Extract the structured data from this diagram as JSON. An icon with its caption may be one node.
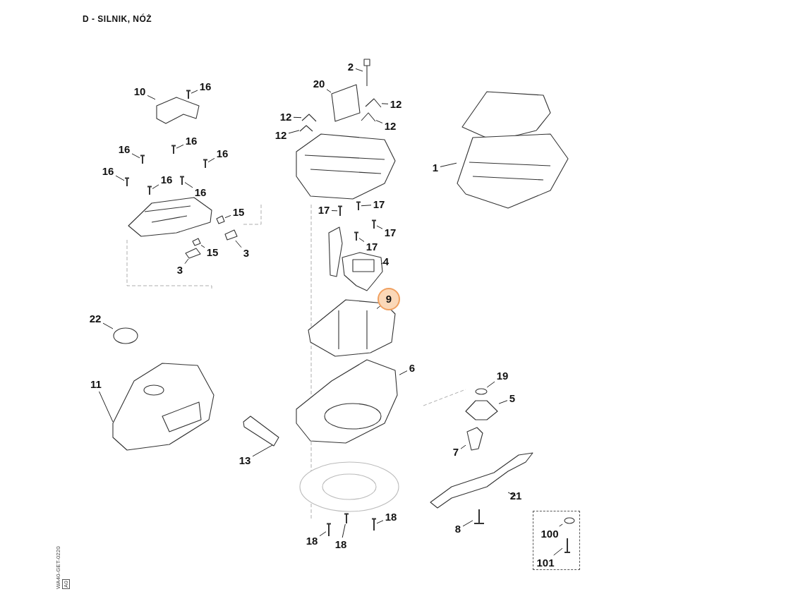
{
  "diagram": {
    "title": "D - SILNIK, NÓŻ",
    "nodes": [
      {
        "text": [
          "10"
        ]
      },
      {
        "text": [
          "16"
        ]
      },
      {
        "text": [
          "16"
        ]
      },
      {
        "text": [
          "16"
        ]
      },
      {
        "text": [
          "16"
        ]
      },
      {
        "text": [
          "16"
        ]
      },
      {
        "text": [
          "16"
        ]
      },
      {
        "text": [
          "16"
        ]
      },
      {
        "text": [
          "15"
        ]
      },
      {
        "text": [
          "15"
        ]
      },
      {
        "text": [
          "3"
        ]
      },
      {
        "text": [
          "3"
        ]
      },
      {
        "text": [
          "2"
        ]
      },
      {
        "text": [
          "20"
        ]
      },
      {
        "text": [
          "12"
        ]
      },
      {
        "text": [
          "12"
        ]
      },
      {
        "text": [
          "12"
        ]
      },
      {
        "text": [
          "12"
        ]
      },
      {
        "text": [
          "1"
        ]
      },
      {
        "text": [
          "17"
        ]
      },
      {
        "text": [
          "17"
        ]
      },
      {
        "text": [
          "17"
        ]
      },
      {
        "text": [
          "17"
        ]
      },
      {
        "text": [
          "4"
        ]
      },
      {
        "text": [
          "9"
        ]
      },
      {
        "text": [
          "22"
        ]
      },
      {
        "text": [
          "11"
        ]
      },
      {
        "text": [
          "6"
        ]
      },
      {
        "text": [
          "19"
        ]
      },
      {
        "text": [
          "5"
        ]
      },
      {
        "text": [
          "7"
        ]
      },
      {
        "text": [
          "13"
        ]
      },
      {
        "text": [
          "21"
        ]
      },
      {
        "text": [
          "8"
        ]
      },
      {
        "text": [
          "18"
        ]
      },
      {
        "text": [
          "18"
        ]
      },
      {
        "text": [
          "18"
        ]
      },
      {
        "text": [],
        "shape": "box"
      },
      {
        "text": [
          "100"
        ],
        "in": 37
      },
      {
        "text": [
          "101"
        ],
        "in": 37
      },
      {
        "text": [],
        "shape": "picture"
      },
      {
        "text": [],
        "shape": "picture"
      },
      {
        "text": [],
        "shape": "picture"
      },
      {
        "text": [],
        "shape": "picture"
      },
      {
        "text": [],
        "shape": "picture"
      },
      {
        "text": [],
        "shape": "picture"
      },
      {
        "text": [],
        "shape": "picture"
      },
      {
        "text": [],
        "shape": "picture"
      },
      {
        "text": [],
        "shape": "picture"
      },
      {
        "text": [],
        "shape": "picture"
      },
      {
        "text": [],
        "shape": "picture"
      },
      {
        "text": [],
        "shape": "picture"
      },
      {
        "text": [],
        "shape": "picture"
      },
      {
        "text": [],
        "shape": "picture"
      },
      {
        "text": [],
        "shape": "picture"
      },
      {
        "text": [],
        "shape": "picture"
      },
      {
        "text": [],
        "shape": "picture"
      },
      {
        "text": [],
        "shape": "picture"
      },
      {
        "text": [],
        "shape": "picture"
      },
      {
        "text": [],
        "shape": "picture"
      },
      {
        "text": [],
        "shape": "picture"
      },
      {
        "text": [],
        "shape": "picture"
      },
      {
        "text": [],
        "shape": "picture"
      },
      {
        "text": [],
        "shape": "picture"
      },
      {
        "text": [],
        "shape": "picture"
      },
      {
        "text": [],
        "shape": "picture"
      },
      {
        "text": [],
        "shape": "circle"
      },
      {
        "text": [],
        "shape": "picture"
      },
      {
        "text": [],
        "shape": "picture"
      },
      {
        "text": [],
        "shape": "picture"
      },
      {
        "text": [],
        "shape": "circle"
      },
      {
        "text": [],
        "shape": "picture"
      },
      {
        "text": [],
        "shape": "picture"
      },
      {
        "text": [],
        "shape": "picture"
      },
      {
        "text": [],
        "shape": "picture"
      },
      {
        "text": [],
        "shape": "picture"
      },
      {
        "text": [],
        "shape": "picture"
      },
      {
        "text": [],
        "shape": "picture"
      },
      {
        "text": [],
        "shape": "circle",
        "in": 37
      },
      {
        "text": [],
        "shape": "picture",
        "in": 37
      },
      {
        "text": [],
        "shape": "picture"
      },
      {
        "text": [],
        "shape": "picture"
      },
      {
        "text": [],
        "shape": "picture"
      }
    ],
    "edges": [
      {
        "from": 0,
        "to": 40,
        "arrow": "none"
      },
      {
        "from": 1,
        "to": 41,
        "arrow": "none"
      },
      {
        "from": 2,
        "to": 42,
        "arrow": "none"
      },
      {
        "from": 3,
        "to": 43,
        "arrow": "none"
      },
      {
        "from": 4,
        "to": 44,
        "arrow": "none"
      },
      {
        "from": 5,
        "to": 45,
        "arrow": "none"
      },
      {
        "from": 6,
        "to": 46,
        "arrow": "none"
      },
      {
        "from": 7,
        "to": 47,
        "arrow": "none"
      },
      {
        "from": 8,
        "to": 48,
        "arrow": "none"
      },
      {
        "from": 9,
        "to": 49,
        "arrow": "none"
      },
      {
        "from": 10,
        "to": 50,
        "arrow": "none"
      },
      {
        "from": 11,
        "to": 51,
        "arrow": "none"
      },
      {
        "from": 12,
        "to": 52,
        "arrow": "none"
      },
      {
        "from": 13,
        "to": 53,
        "arrow": "none"
      },
      {
        "from": 14,
        "to": 54,
        "arrow": "none"
      },
      {
        "from": 15,
        "to": 55,
        "arrow": "none"
      },
      {
        "from": 16,
        "to": 56,
        "arrow": "none"
      },
      {
        "from": 17,
        "to": 57,
        "arrow": "none"
      },
      {
        "from": 18,
        "to": 58,
        "arrow": "none"
      },
      {
        "from": 19,
        "to": 59,
        "arrow": "none"
      },
      {
        "from": 20,
        "to": 60,
        "arrow": "none"
      },
      {
        "from": 21,
        "to": 61,
        "arrow": "none"
      },
      {
        "from": 22,
        "to": 62,
        "arrow": "none"
      },
      {
        "from": 23,
        "to": 63,
        "arrow": "none"
      },
      {
        "from": 24,
        "to": 65,
        "arrow": "none"
      },
      {
        "from": 25,
        "to": 66,
        "arrow": "none"
      },
      {
        "from": 26,
        "to": 67,
        "arrow": "none"
      },
      {
        "from": 27,
        "to": 68,
        "arrow": "none"
      },
      {
        "from": 28,
        "to": 70,
        "arrow": "none"
      },
      {
        "from": 29,
        "to": 71,
        "arrow": "none"
      },
      {
        "from": 30,
        "to": 72,
        "arrow": "none"
      },
      {
        "from": 31,
        "to": 69,
        "arrow": "none"
      },
      {
        "from": 32,
        "to": 73,
        "arrow": "none"
      },
      {
        "from": 33,
        "to": 74,
        "arrow": "none"
      },
      {
        "from": 34,
        "to": 75,
        "arrow": "none"
      },
      {
        "from": 35,
        "to": 76,
        "arrow": "none"
      },
      {
        "from": 36,
        "to": 77,
        "arrow": "none"
      },
      {
        "from": 38,
        "to": 78,
        "arrow": "none"
      },
      {
        "from": 39,
        "to": 79,
        "arrow": "none"
      }
    ],
    "labels": [
      "WA40-GET-0220",
      "A0"
    ]
  }
}
